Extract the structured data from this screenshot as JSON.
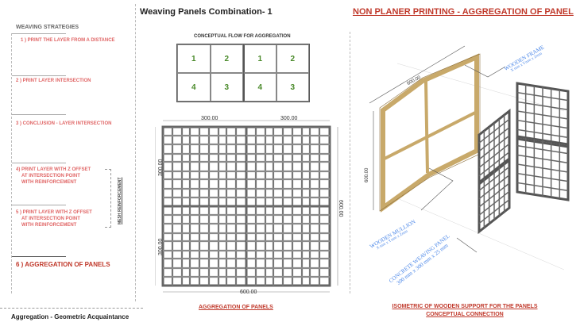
{
  "sidebar": {
    "heading": "WEAVING STRATEGIES",
    "items": [
      {
        "label": "1 ) PRINT THE LAYER FROM A DISTANCE"
      },
      {
        "label": "2 ) PRINT LAYER INTERSECTION"
      },
      {
        "label": "3 ) CONCLUSION -  LAYER INTERSECTION"
      },
      {
        "lines": [
          "4) PRINT LAYER WITH Z OFFSET",
          "AT INTERSECTION POINT",
          "WITH REINFORCEMENT"
        ]
      },
      {
        "lines": [
          "5 ) PRINT LAYER WITH Z OFFSET",
          "AT INTERSECTION POINT",
          "WITH REINFORCEMENT"
        ]
      },
      {
        "label": "6 ) AGGREGATION  OF  PANELS"
      }
    ],
    "bracket_label": "MESH  REINFORCEMENT"
  },
  "footer": {
    "title": "Aggregation - Geometric Acquaintance"
  },
  "middle": {
    "title": "Weaving Panels Combination- 1",
    "flow_title": "CONCEPTUAL FLOW FOR AGGREGATION",
    "flow_cells": [
      "1",
      "2",
      "4",
      "3",
      "1",
      "2",
      "4",
      "3"
    ],
    "dims": {
      "top_left": "300.00",
      "top_right": "300.00",
      "left_top": "300.00",
      "left_bottom": "300.00",
      "right": "600.00",
      "bottom": "600.00"
    },
    "caption": "AGGREGATION  OF  PANELS"
  },
  "right": {
    "title": "NON PLANER PRINTING - AGGREGATION  OF  PANEL",
    "dim_top": "600.00",
    "dim_left": "600.00",
    "labels": {
      "frame": "WOODEN  FRAME",
      "frame_size": "X mm x Ymm x Zmm",
      "mullion": "WOODEN  MULLION",
      "mullion_size": "X mm x Ymm x Zmm",
      "panel": "CONCRETE WEAVING PANEL",
      "panel_size": "300 mm x 300 mm x 25 mm"
    },
    "caption_lines": [
      "ISOMETRIC OF WOODEN SUPPORT FOR THE PANELS",
      "CONCEPTUAL  CONNECTION"
    ]
  }
}
